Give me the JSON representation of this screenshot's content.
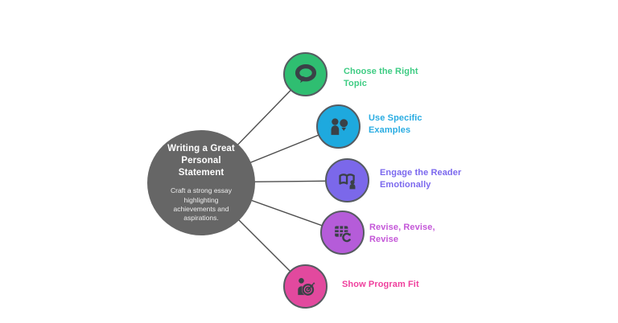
{
  "diagram": {
    "background_color": "#ffffff",
    "connector_color": "#4d4d4d",
    "icon_color": "#3a4147"
  },
  "center": {
    "title": "Writing a Great Personal Statement",
    "subtitle": "Craft a strong essay highlighting achievements and aspirations.",
    "bg_color": "#666666",
    "text_color": "#ffffff"
  },
  "nodes": [
    {
      "label": "Choose the Right Topic",
      "icon": "speech-bubble-icon",
      "circle_color": "#2fbe71",
      "text_color": "#3ecc83"
    },
    {
      "label": "Use Specific Examples",
      "icon": "person-idea-icon",
      "circle_color": "#1ea9de",
      "text_color": "#29ace2"
    },
    {
      "label": "Engage the Reader Emotionally",
      "icon": "book-reader-icon",
      "circle_color": "#7b68ea",
      "text_color": "#7b68ee"
    },
    {
      "label": "Revise, Revise, Revise",
      "icon": "table-refresh-icon",
      "circle_color": "#b55cd9",
      "text_color": "#c457d8"
    },
    {
      "label": "Show Program Fit",
      "icon": "person-target-icon",
      "circle_color": "#e2499e",
      "text_color": "#ef3f9d"
    }
  ]
}
